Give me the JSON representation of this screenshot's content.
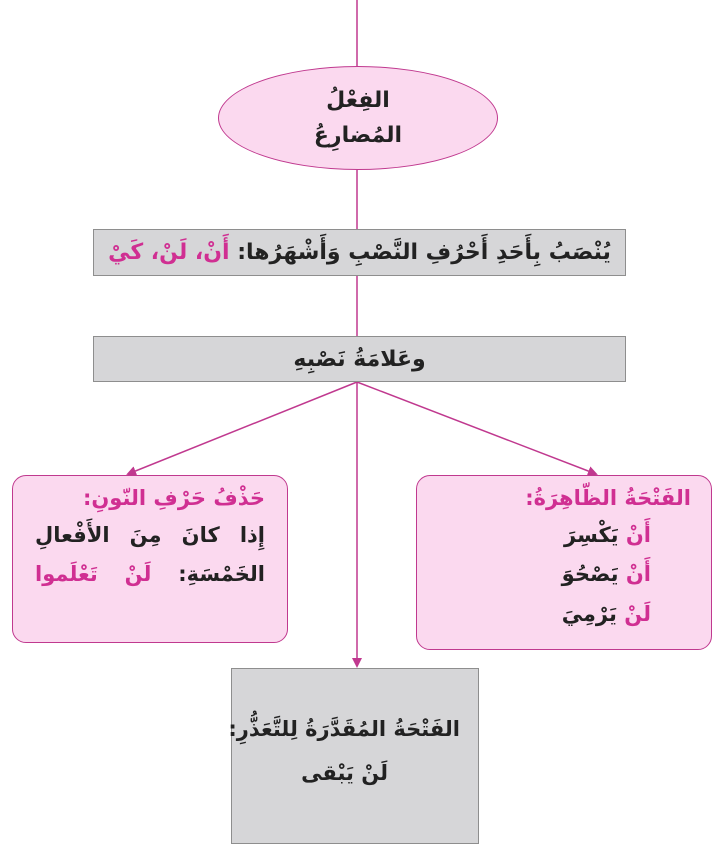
{
  "root": {
    "line1": "الفِعْلُ",
    "line2": "المُضارِعُ"
  },
  "rule": {
    "text": "يُنْصَبُ بِأَحَدِ أَحْرُفِ النَّصْبِ وَأَشْهَرُها:",
    "particles": "أَنْ، لَنْ، كَيْ"
  },
  "sign": {
    "text": "وعَلامَةُ نَصْبِهِ"
  },
  "fatha": {
    "heading": "الفَتْحَةُ الظّاهِرَةُ:",
    "examples": [
      {
        "particle": "أَنْ",
        "verb": "يَكْسِرَ"
      },
      {
        "particle": "أَنْ",
        "verb": "يَصْحُوَ"
      },
      {
        "particle": "لَنْ",
        "verb": "يَرْمِيَ"
      }
    ]
  },
  "nun": {
    "heading": "حَذْفُ حَرْفِ النّونِ:",
    "line1": "إِذا كانَ مِنَ الأَفْعالِ",
    "line2_text": "الخَمْسَةِ:",
    "line2_example": "لَنْ تَعْلَموا"
  },
  "muqaddara": {
    "heading": "الفَتْحَةُ المُقَدَّرَةُ لِلتَّعَذُّرِ:",
    "example": "لَنْ يَبْقى"
  },
  "colors": {
    "accent": "#d02f92",
    "connector": "#c0398f",
    "box_fill": "#d6d6d8",
    "pink_fill": "#fbd9ef"
  }
}
